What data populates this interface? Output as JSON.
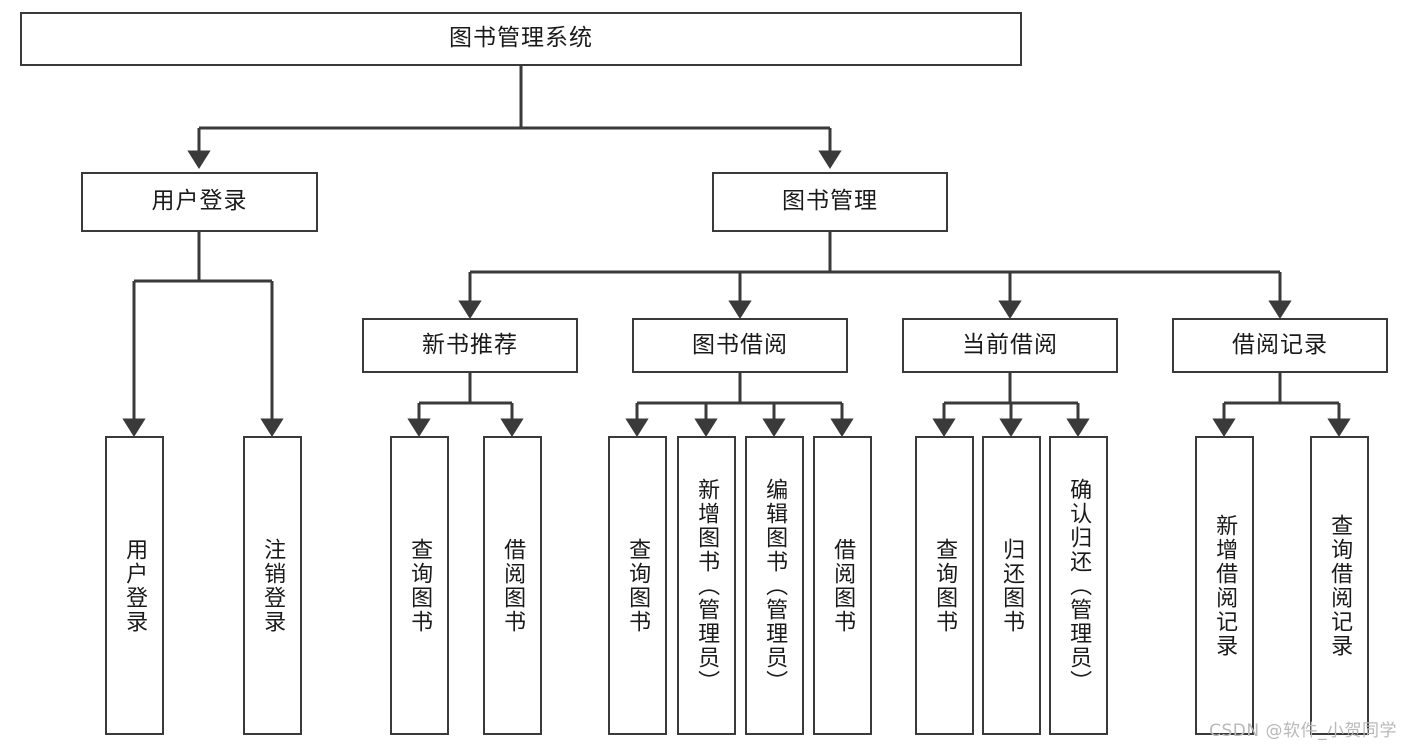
{
  "diagram": {
    "title": "图书管理系统",
    "type": "tree",
    "watermark": "CSDN @软件_小贺同学",
    "colors": {
      "node_border": "#3a3a3a",
      "node_fill": "#ffffff",
      "connector": "#3a3a3a",
      "text": "#1a1a1a",
      "watermark": "#b9b9b9",
      "background": "#ffffff"
    },
    "levels": {
      "root": {
        "label": "图书管理系统"
      },
      "level2": [
        {
          "label": "用户登录"
        },
        {
          "label": "图书管理"
        }
      ],
      "level3": [
        {
          "label": "新书推荐"
        },
        {
          "label": "图书借阅"
        },
        {
          "label": "当前借阅"
        },
        {
          "label": "借阅记录"
        }
      ],
      "leaves": {
        "user_login": [
          {
            "label": "用户登录"
          },
          {
            "label": "注销登录"
          }
        ],
        "new_book_recommend": [
          {
            "label": "查询图书"
          },
          {
            "label": "借阅图书"
          }
        ],
        "book_borrow": [
          {
            "label": "查询图书"
          },
          {
            "label": "新增图书（管理员）"
          },
          {
            "label": "编辑图书（管理员）"
          },
          {
            "label": "借阅图书"
          }
        ],
        "current_borrow": [
          {
            "label": "查询图书"
          },
          {
            "label": "归还图书"
          },
          {
            "label": "确认归还（管理员）"
          }
        ],
        "borrow_record": [
          {
            "label": "新增借阅记录"
          },
          {
            "label": "查询借阅记录"
          }
        ]
      }
    }
  }
}
